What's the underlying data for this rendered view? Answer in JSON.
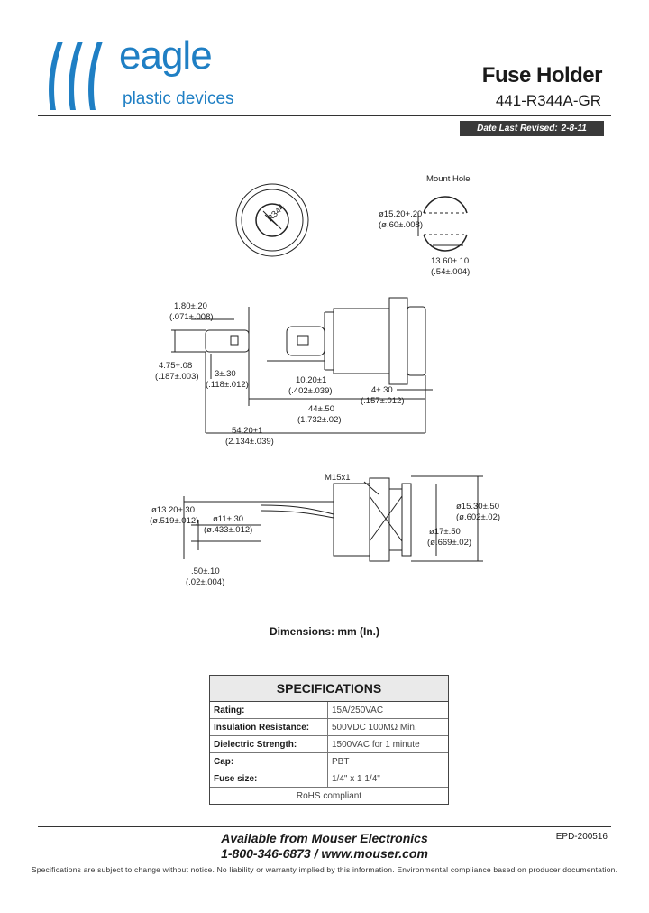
{
  "header": {
    "brand_name": "eagle",
    "brand_sub": "plastic devices",
    "title": "Fuse Holder",
    "part_number": "441-R344A-GR",
    "revised_label": "Date Last Revised:",
    "revised_date": "2-8-11"
  },
  "colors": {
    "brand": "#1f7fc4",
    "rule": "#333333",
    "bar": "#3a3a3a"
  },
  "drawing": {
    "cap_label": "R344",
    "mount_hole_label": "Mount Hole",
    "mh_dia_mm": "ø15.20+.20",
    "mh_dia_in": "(ø.60±.008)",
    "mh_flat_mm": "13.60±.10",
    "mh_flat_in": "(.54±.004)",
    "d1_mm": "1.80±.20",
    "d1_in": "(.071±.008)",
    "d2_mm": "4.75+.08",
    "d2_in": "(.187±.003)",
    "d3_mm": "3±.30",
    "d3_in": "(.118±.012)",
    "d4_mm": "10.20±1",
    "d4_in": "(.402±.039)",
    "d5_mm": "4±.30",
    "d5_in": "(.157±.012)",
    "d6_mm": "44±.50",
    "d6_in": "(1.732±.02)",
    "d7_mm": "54.20±1",
    "d7_in": "(2.134±.039)",
    "thread": "M15x1",
    "d8_mm": "ø13.20±.30",
    "d8_in": "(ø.519±.012)",
    "d9_mm": "ø11±.30",
    "d9_in": "(ø.433±.012)",
    "d10_mm": ".50±.10",
    "d10_in": "(.02±.004)",
    "d11_mm": "ø15.30±.50",
    "d11_in": "(ø.602±.02)",
    "d12_mm": "ø17±.50",
    "d12_in": "(ø.669±.02)"
  },
  "dims_caption": "Dimensions: mm (In.)",
  "specs": {
    "title": "SPECIFICATIONS",
    "rows": [
      {
        "label": "Rating:",
        "value": "15A/250VAC"
      },
      {
        "label": "Insulation Resistance:",
        "value": "500VDC 100MΩ Min."
      },
      {
        "label": "Dielectric Strength:",
        "value": "1500VAC for 1 minute"
      },
      {
        "label": "Cap:",
        "value": "PBT"
      },
      {
        "label": "Fuse size:",
        "value": "1/4\" x 1 1/4\""
      }
    ],
    "footnote": "RoHS compliant"
  },
  "footer": {
    "available": "Available from Mouser Electronics",
    "contact": "1-800-346-6873 / www.mouser.com",
    "epd": "EPD-200516",
    "disclaimer": "Specifications are subject to change without notice.  No liability or warranty implied by this information.  Environmental compliance based on producer documentation."
  }
}
